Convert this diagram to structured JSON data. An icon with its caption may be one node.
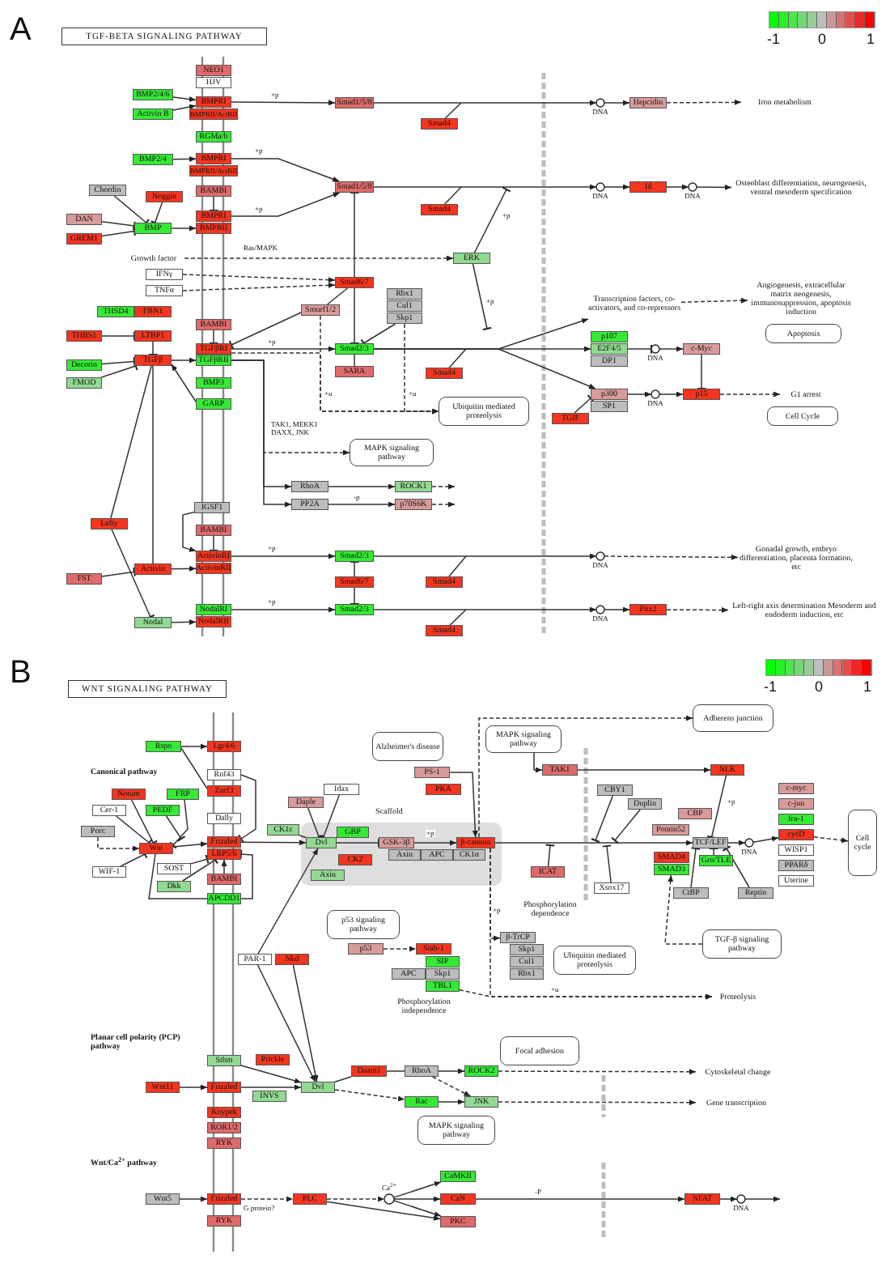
{
  "diagram": {
    "nodes": [
      {
        "text": [
          "TGF-BETA SIGNALING PATHWAY"
        ]
      },
      {
        "text": [
          "NEO1"
        ]
      },
      {
        "text": [
          "HJV"
        ]
      },
      {
        "text": [
          "BMP2/4/6"
        ]
      },
      {
        "text": [
          "Activin B"
        ]
      },
      {
        "text": [
          "BMPRI"
        ]
      },
      {
        "text": [
          "BMPRII/ActRII"
        ]
      },
      {
        "text": [
          "RGMa/b"
        ]
      },
      {
        "text": [
          "BMP2/4"
        ]
      },
      {
        "text": [
          "BMPRI"
        ]
      },
      {
        "text": [
          "BMPRII/ActRII"
        ]
      },
      {
        "text": [
          "BAMBI"
        ]
      },
      {
        "text": [
          "Chordin"
        ]
      },
      {
        "text": [
          "Noggin"
        ]
      },
      {
        "text": [
          "DAN"
        ]
      },
      {
        "text": [
          "BMP"
        ]
      },
      {
        "text": [
          "BMPRI"
        ]
      },
      {
        "text": [
          "BMPRII"
        ]
      },
      {
        "text": [
          "GREM1"
        ]
      },
      {
        "text": [
          "Growth factor"
        ]
      },
      {
        "text": [
          "IFNγ"
        ]
      },
      {
        "text": [
          "TNFα"
        ]
      },
      {
        "text": [
          "THSD4"
        ]
      },
      {
        "text": [
          "FBN1"
        ]
      },
      {
        "text": [
          "BAMBI"
        ]
      },
      {
        "text": [
          "THBS1"
        ]
      },
      {
        "text": [
          "LTBP1"
        ]
      },
      {
        "text": [
          "TGFβRI"
        ]
      },
      {
        "text": [
          "Decorin"
        ]
      },
      {
        "text": [
          "TGFβ"
        ]
      },
      {
        "text": [
          "TGFβRII"
        ]
      },
      {
        "text": [
          "FMOD"
        ]
      },
      {
        "text": [
          "BMP3"
        ]
      },
      {
        "text": [
          "GARP"
        ]
      },
      {
        "text": [
          "IGSF1"
        ]
      },
      {
        "text": [
          "Lefty"
        ]
      },
      {
        "text": [
          "BAMBI"
        ]
      },
      {
        "text": [
          "ActivinRI"
        ]
      },
      {
        "text": [
          "Activin"
        ]
      },
      {
        "text": [
          "ActivinRII"
        ]
      },
      {
        "text": [
          "FST"
        ]
      },
      {
        "text": [
          "NodalRI"
        ]
      },
      {
        "text": [
          "Nodal"
        ]
      },
      {
        "text": [
          "NodalRII"
        ]
      },
      {
        "text": [
          "Smad1/5/8"
        ]
      },
      {
        "text": [
          "Smad4"
        ]
      },
      {
        "text": [
          "Smad1/5/8"
        ]
      },
      {
        "text": [
          "Smad4"
        ]
      },
      {
        "text": [
          "ERK"
        ]
      },
      {
        "text": [
          "Smad6/7"
        ]
      },
      {
        "text": [
          "Rbx1"
        ]
      },
      {
        "text": [
          "Cul1"
        ]
      },
      {
        "text": [
          "Smurf1/2"
        ]
      },
      {
        "text": [
          "Skp1"
        ]
      },
      {
        "text": [
          "Smad2/3"
        ]
      },
      {
        "text": [
          "SARA"
        ]
      },
      {
        "text": [
          "Smad4"
        ]
      },
      {
        "text": [
          "Ubiquitin mediated proteolysis"
        ]
      },
      {
        "text": [
          "MAPK signaling pathway"
        ]
      },
      {
        "text": [
          "RhoA"
        ]
      },
      {
        "text": [
          "ROCK1"
        ]
      },
      {
        "text": [
          "PP2A"
        ]
      },
      {
        "text": [
          "p70S6K"
        ]
      },
      {
        "text": [
          "Smad2/3"
        ]
      },
      {
        "text": [
          "Smad6/7"
        ]
      },
      {
        "text": [
          "Smad4"
        ]
      },
      {
        "text": [
          "Smad2/3"
        ]
      },
      {
        "text": [
          "Smad4"
        ]
      },
      {
        "text": [
          "DNA"
        ]
      },
      {
        "text": [
          "Hepcidin"
        ]
      },
      {
        "text": [
          "Iron metabolism"
        ]
      },
      {
        "text": [
          "DNA"
        ]
      },
      {
        "text": [
          "Id"
        ]
      },
      {
        "text": [
          "DNA"
        ]
      },
      {
        "text": [
          "Osteoblast differentiation, neurogenesis, ventral mesoderm specification"
        ]
      },
      {
        "text": [
          "Transcription factors, co-activators, and co-repressors"
        ]
      },
      {
        "text": [
          "Angiogenesis, extracellular matrix neogenesis, immunosuppression, apoptosis induction"
        ]
      },
      {
        "text": [
          "Apoptosis"
        ]
      },
      {
        "text": [
          "p107"
        ]
      },
      {
        "text": [
          "E2F4/5"
        ]
      },
      {
        "text": [
          "DP1"
        ]
      },
      {
        "text": [
          "DNA"
        ]
      },
      {
        "text": [
          "c-Myc"
        ]
      },
      {
        "text": [
          "p300"
        ]
      },
      {
        "text": [
          "SP1"
        ]
      },
      {
        "text": [
          "DNA"
        ]
      },
      {
        "text": [
          "p15"
        ]
      },
      {
        "text": [
          "G1 arrest"
        ]
      },
      {
        "text": [
          "Cell Cycle"
        ]
      },
      {
        "text": [
          "TGIF"
        ]
      },
      {
        "text": [
          "DNA"
        ]
      },
      {
        "text": [
          "Gonadal growth, embryo differentiation, placenta formation, etc"
        ]
      },
      {
        "text": [
          "DNA"
        ]
      },
      {
        "text": [
          "Pitx2"
        ]
      },
      {
        "text": [
          "Left-right axis determination Mesoderm and endoderm induction, etc"
        ]
      },
      {
        "text": [
          "WNT SIGNALING PATHWAY"
        ]
      },
      {
        "text": [
          "Rspo"
        ]
      },
      {
        "text": [
          "Lgr4/6"
        ]
      },
      {
        "text": [
          "Rnf43"
        ]
      },
      {
        "text": [
          "Notum"
        ]
      },
      {
        "text": [
          "FRP"
        ]
      },
      {
        "text": [
          "Znrf3"
        ]
      },
      {
        "text": [
          "Cer-1"
        ]
      },
      {
        "text": [
          "PEDF"
        ]
      },
      {
        "text": [
          "Dally"
        ]
      },
      {
        "text": [
          "Daple"
        ]
      },
      {
        "text": [
          "Porc"
        ]
      },
      {
        "text": [
          "CK1ε"
        ]
      },
      {
        "text": [
          "Frizzled"
        ]
      },
      {
        "text": [
          "Wnt"
        ]
      },
      {
        "text": [
          "LRP5/6"
        ]
      },
      {
        "text": [
          "WIF-1"
        ]
      },
      {
        "text": [
          "SOST"
        ]
      },
      {
        "text": [
          "Dkk"
        ]
      },
      {
        "text": [
          "BAMBI"
        ]
      },
      {
        "text": [
          "APCDD1"
        ]
      },
      {
        "text": [
          "Scaffold"
        ]
      },
      {
        "text": [
          "Dvl"
        ],
        "in": 116
      },
      {
        "text": [
          "GBP"
        ],
        "in": 116
      },
      {
        "text": [
          "GSK-3β"
        ],
        "in": 116
      },
      {
        "text": [
          "β-catenin"
        ],
        "in": 116
      },
      {
        "text": [
          "CK2"
        ],
        "in": 116
      },
      {
        "text": [
          "Axin"
        ],
        "in": 116
      },
      {
        "text": [
          "APC"
        ],
        "in": 116
      },
      {
        "text": [
          "CK1α"
        ],
        "in": 116
      },
      {
        "text": [
          "Axin"
        ],
        "in": 116
      },
      {
        "text": [
          "Idax"
        ]
      },
      {
        "text": [
          "Alzheimer's disease"
        ]
      },
      {
        "text": [
          "PS-1"
        ]
      },
      {
        "text": [
          "PKA"
        ]
      },
      {
        "text": [
          "MAPK signaling pathway"
        ]
      },
      {
        "text": [
          "TAK1"
        ]
      },
      {
        "text": [
          "NLK"
        ]
      },
      {
        "text": [
          "Adherens junction"
        ]
      },
      {
        "text": [
          "ICAT"
        ]
      },
      {
        "text": [
          "CBY1"
        ]
      },
      {
        "text": [
          "Duplin"
        ]
      },
      {
        "text": [
          "CBP"
        ]
      },
      {
        "text": [
          "Pontin52"
        ]
      },
      {
        "text": [
          "TCF/LEF"
        ]
      },
      {
        "text": [
          "DNA"
        ]
      },
      {
        "text": [
          "c-myc"
        ]
      },
      {
        "text": [
          "c-jun"
        ]
      },
      {
        "text": [
          "fra-1"
        ]
      },
      {
        "text": [
          "cycD"
        ]
      },
      {
        "text": [
          "WISP1"
        ]
      },
      {
        "text": [
          "PPARδ"
        ]
      },
      {
        "text": [
          "Uterine"
        ]
      },
      {
        "text": [
          "Cell cycle"
        ]
      },
      {
        "text": [
          "SMAD4"
        ]
      },
      {
        "text": [
          "SMAD3"
        ]
      },
      {
        "text": [
          "Gro/TLE"
        ]
      },
      {
        "text": [
          "Xsox17"
        ]
      },
      {
        "text": [
          "CtBP"
        ]
      },
      {
        "text": [
          "Reptin"
        ]
      },
      {
        "text": [
          "TGF-β signaling pathway"
        ]
      },
      {
        "text": [
          "p53 signaling pathway"
        ]
      },
      {
        "text": [
          "p53"
        ]
      },
      {
        "text": [
          "Siah-1"
        ]
      },
      {
        "text": [
          "SIP"
        ]
      },
      {
        "text": [
          "APC"
        ]
      },
      {
        "text": [
          "Skp1"
        ]
      },
      {
        "text": [
          "TBL1"
        ]
      },
      {
        "text": [
          "β-TrCP"
        ]
      },
      {
        "text": [
          "Skp1"
        ]
      },
      {
        "text": [
          "Cul1"
        ]
      },
      {
        "text": [
          "Rbx1"
        ]
      },
      {
        "text": [
          "Ubiquitin mediated proteolysis"
        ]
      },
      {
        "text": [
          "Proteolysis"
        ]
      },
      {
        "text": [
          "PAR-1"
        ]
      },
      {
        "text": [
          "Nkd"
        ]
      },
      {
        "text": [
          "Stbm"
        ]
      },
      {
        "text": [
          "Prickle"
        ]
      },
      {
        "text": [
          "Wnt11"
        ]
      },
      {
        "text": [
          "Frizzled"
        ]
      },
      {
        "text": [
          "INVS"
        ]
      },
      {
        "text": [
          "Dvl"
        ]
      },
      {
        "text": [
          "Knypek"
        ]
      },
      {
        "text": [
          "ROR1/2"
        ]
      },
      {
        "text": [
          "RYK"
        ]
      },
      {
        "text": [
          "Daam1"
        ]
      },
      {
        "text": [
          "RhoA"
        ]
      },
      {
        "text": [
          "ROCK2"
        ]
      },
      {
        "text": [
          "Rac"
        ]
      },
      {
        "text": [
          "JNK"
        ]
      },
      {
        "text": [
          "Focal adhesion"
        ]
      },
      {
        "text": [
          "MAPK signaling pathway"
        ]
      },
      {
        "text": [
          "Cytoskeletal change"
        ]
      },
      {
        "text": [
          "Gene transcription"
        ]
      },
      {
        "text": [
          "Wnt5"
        ]
      },
      {
        "text": [
          "Frizzled"
        ]
      },
      {
        "text": [
          "RYK"
        ]
      },
      {
        "text": [
          "PLC"
        ]
      },
      {
        "text": [
          "Ca$^{2+}$"
        ]
      },
      {
        "text": [
          "CaMKII"
        ]
      },
      {
        "text": [
          "CaN"
        ]
      },
      {
        "text": [
          "PKC"
        ]
      },
      {
        "text": [
          "NFAT"
        ]
      },
      {
        "text": [
          "DNA"
        ]
      }
    ],
    "edges": [
      {
        "from": 3,
        "to": 5,
        "arrow": "to"
      },
      {
        "from": 4,
        "to": 5,
        "arrow": "to"
      },
      {
        "from": 5,
        "to": 44,
        "arrow": "to",
        "label": "+p"
      },
      {
        "from": 44,
        "to": 68,
        "arrow": "to"
      },
      {
        "from": 45,
        "to": null,
        "arrow": "none"
      },
      {
        "from": 68,
        "to": 69,
        "arrow": "to"
      },
      {
        "from": 69,
        "to": 70,
        "arrow": "to",
        "style": "dashed"
      },
      {
        "from": 8,
        "to": 9,
        "arrow": "to"
      },
      {
        "from": 9,
        "to": 46,
        "arrow": "to",
        "label": "+p"
      },
      {
        "from": 16,
        "to": 46,
        "arrow": "to",
        "label": "+p"
      },
      {
        "from": 46,
        "to": 71,
        "arrow": "to"
      },
      {
        "from": 47,
        "to": null,
        "arrow": "none"
      },
      {
        "from": 71,
        "to": 72,
        "arrow": "to"
      },
      {
        "from": 72,
        "to": 73,
        "arrow": "to"
      },
      {
        "from": 73,
        "to": 74,
        "arrow": "to"
      },
      {
        "from": 12,
        "to": 15,
        "arrow": "other"
      },
      {
        "from": 13,
        "to": 15,
        "arrow": "other"
      },
      {
        "from": 14,
        "to": 15,
        "arrow": "other"
      },
      {
        "from": 18,
        "to": 15,
        "arrow": "other"
      },
      {
        "from": 15,
        "to": 17,
        "arrow": "to"
      },
      {
        "from": 11,
        "to": 16,
        "arrow": "other"
      },
      {
        "from": 19,
        "to": 48,
        "arrow": "to",
        "style": "dashed",
        "label": "Ras/MAPK"
      },
      {
        "from": 48,
        "to": null,
        "arrow": "other",
        "label": "+p"
      },
      {
        "from": 48,
        "to": null,
        "arrow": "other",
        "label": "+p"
      },
      {
        "from": 20,
        "to": 49,
        "arrow": "to",
        "style": "dashed"
      },
      {
        "from": 21,
        "to": 49,
        "arrow": "to",
        "style": "dashed"
      },
      {
        "from": 49,
        "to": 46,
        "arrow": "other"
      },
      {
        "from": 49,
        "to": 54,
        "arrow": "other"
      },
      {
        "from": 52,
        "to": 49,
        "arrow": "none"
      },
      {
        "from": 52,
        "to": 27,
        "arrow": "other"
      },
      {
        "from": 53,
        "to": 54,
        "arrow": "other"
      },
      {
        "from": 52,
        "to": 57,
        "arrow": "to",
        "style": "dashed",
        "label": "+u"
      },
      {
        "from": 27,
        "to": 57,
        "arrow": "to",
        "style": "dashed"
      },
      {
        "from": 53,
        "to": 57,
        "arrow": "to",
        "style": "dashed",
        "label": "+u"
      },
      {
        "from": 55,
        "to": 54,
        "arrow": "none"
      },
      {
        "from": 25,
        "to": 26,
        "arrow": "other"
      },
      {
        "from": 26,
        "to": 29,
        "arrow": "other"
      },
      {
        "from": 28,
        "to": 29,
        "arrow": "other"
      },
      {
        "from": 31,
        "to": 29,
        "arrow": "other"
      },
      {
        "from": 29,
        "to": 30,
        "arrow": "to"
      },
      {
        "from": 33,
        "to": 29,
        "arrow": "to"
      },
      {
        "from": 24,
        "to": 27,
        "arrow": "other"
      },
      {
        "from": 27,
        "to": 54,
        "arrow": "to",
        "label": "+p"
      },
      {
        "from": 56,
        "to": null,
        "arrow": "none"
      },
      {
        "from": 54,
        "to": 75,
        "arrow": "to"
      },
      {
        "from": 54,
        "to": 79,
        "arrow": "to"
      },
      {
        "from": 54,
        "to": 83,
        "arrow": "to"
      },
      {
        "from": 75,
        "to": 76,
        "arrow": "to",
        "style": "dashed"
      },
      {
        "from": 79,
        "to": 81,
        "arrow": "other"
      },
      {
        "from": 81,
        "to": 82,
        "arrow": "to"
      },
      {
        "from": 82,
        "to": 86,
        "arrow": "other"
      },
      {
        "from": 83,
        "to": 85,
        "arrow": "to"
      },
      {
        "from": 85,
        "to": 86,
        "arrow": "to"
      },
      {
        "from": 86,
        "to": 87,
        "arrow": "to",
        "style": "dashed"
      },
      {
        "from": 89,
        "to": 83,
        "arrow": "other"
      },
      {
        "from": 30,
        "to": 59,
        "arrow": "to"
      },
      {
        "from": 30,
        "to": 61,
        "arrow": "to"
      },
      {
        "from": 30,
        "to": 58,
        "arrow": "to",
        "style": "dashed",
        "label": "TAK1, MEKK1 DAXX, JNK"
      },
      {
        "from": 59,
        "to": 60,
        "arrow": "to"
      },
      {
        "from": 60,
        "to": null,
        "arrow": "to",
        "style": "dashed"
      },
      {
        "from": 61,
        "to": 62,
        "arrow": "to",
        "label": "-p"
      },
      {
        "from": 62,
        "to": null,
        "arrow": "to",
        "style": "dashed"
      },
      {
        "from": 37,
        "to": 63,
        "arrow": "to",
        "label": "+p"
      },
      {
        "from": 63,
        "to": 90,
        "arrow": "to"
      },
      {
        "from": 65,
        "to": null,
        "arrow": "none"
      },
      {
        "from": 90,
        "to": 91,
        "arrow": "to",
        "style": "dashed"
      },
      {
        "from": 64,
        "to": 63,
        "arrow": "other"
      },
      {
        "from": 64,
        "to": 66,
        "arrow": "other"
      },
      {
        "from": 41,
        "to": 66,
        "arrow": "to",
        "label": "+p"
      },
      {
        "from": 66,
        "to": 92,
        "arrow": "to"
      },
      {
        "from": 92,
        "to": 93,
        "arrow": "to"
      },
      {
        "from": 93,
        "to": 94,
        "arrow": "to",
        "style": "dashed"
      },
      {
        "from": 67,
        "to": null,
        "arrow": "none"
      },
      {
        "from": 38,
        "to": 39,
        "arrow": "to"
      },
      {
        "from": 40,
        "to": 38,
        "arrow": "other"
      },
      {
        "from": 34,
        "to": 37,
        "arrow": "to"
      },
      {
        "from": 36,
        "to": 37,
        "arrow": "other"
      },
      {
        "from": 42,
        "to": 43,
        "arrow": "to"
      },
      {
        "from": 35,
        "to": 42,
        "arrow": "other"
      },
      {
        "from": 35,
        "to": 29,
        "arrow": "none"
      },
      {
        "from": 29,
        "to": 38,
        "arrow": "none"
      },
      {
        "from": 96,
        "to": 97,
        "arrow": "to"
      },
      {
        "from": 96,
        "to": 101,
        "arrow": "none"
      },
      {
        "from": 98,
        "to": 108,
        "arrow": "other"
      },
      {
        "from": 106,
        "to": 109,
        "arrow": "to",
        "style": "dashed"
      },
      {
        "from": 99,
        "to": 109,
        "arrow": "other"
      },
      {
        "from": 102,
        "to": 109,
        "arrow": "other"
      },
      {
        "from": 100,
        "to": 109,
        "arrow": "other"
      },
      {
        "from": 103,
        "to": null,
        "arrow": "other"
      },
      {
        "from": 111,
        "to": 109,
        "arrow": "other"
      },
      {
        "from": 109,
        "to": 108,
        "arrow": "to"
      },
      {
        "from": 109,
        "to": 115,
        "arrow": "none"
      },
      {
        "from": 112,
        "to": 110,
        "arrow": "other"
      },
      {
        "from": 113,
        "to": 110,
        "arrow": "other"
      },
      {
        "from": 114,
        "to": 110,
        "arrow": "to"
      },
      {
        "from": 115,
        "to": 110,
        "arrow": "other"
      },
      {
        "from": 108,
        "to": 117,
        "arrow": "to"
      },
      {
        "from": 107,
        "to": 117,
        "arrow": "none"
      },
      {
        "from": 105,
        "to": 117,
        "arrow": "other"
      },
      {
        "from": 126,
        "to": 117,
        "arrow": "other"
      },
      {
        "from": 117,
        "to": 119,
        "arrow": "other"
      },
      {
        "from": 119,
        "to": 120,
        "arrow": "to",
        "label": "+p"
      },
      {
        "from": 128,
        "to": 120,
        "arrow": "to"
      },
      {
        "from": 120,
        "to": 139,
        "arrow": "to"
      },
      {
        "from": 139,
        "to": 140,
        "arrow": "to"
      },
      {
        "from": 140,
        "to": 144,
        "arrow": "to"
      },
      {
        "from": 144,
        "to": 148,
        "arrow": "to",
        "style": "dashed"
      },
      {
        "from": 120,
        "to": 133,
        "arrow": "to",
        "style": "dashed"
      },
      {
        "from": 120,
        "to": 163,
        "arrow": "to",
        "style": "dashed",
        "label": "+p"
      },
      {
        "from": 120,
        "to": 168,
        "arrow": "to",
        "style": "dashed",
        "label": "+u"
      },
      {
        "from": 162,
        "to": 168,
        "arrow": "to",
        "style": "dashed"
      },
      {
        "from": 130,
        "to": 131,
        "arrow": "to"
      },
      {
        "from": 131,
        "to": 132,
        "arrow": "to"
      },
      {
        "from": 132,
        "to": 139,
        "arrow": "other",
        "label": "+p"
      },
      {
        "from": 135,
        "to": null,
        "arrow": "other"
      },
      {
        "from": 136,
        "to": null,
        "arrow": "other"
      },
      {
        "from": 134,
        "to": null,
        "arrow": "other"
      },
      {
        "from": 152,
        "to": null,
        "arrow": "other"
      },
      {
        "from": 153,
        "to": 139,
        "arrow": "other"
      },
      {
        "from": 151,
        "to": 139,
        "arrow": "other"
      },
      {
        "from": 154,
        "to": 139,
        "arrow": "other"
      },
      {
        "from": 155,
        "to": 150,
        "arrow": "to",
        "style": "dashed"
      },
      {
        "from": 157,
        "to": 158,
        "arrow": "to",
        "style": "dashed"
      },
      {
        "from": 169,
        "to": 117,
        "arrow": "to"
      },
      {
        "from": 169,
        "to": 176,
        "arrow": "to"
      },
      {
        "from": 170,
        "to": 176,
        "arrow": "to"
      },
      {
        "from": 171,
        "to": 176,
        "arrow": "to"
      },
      {
        "from": 173,
        "to": 174,
        "arrow": "to"
      },
      {
        "from": 174,
        "to": 176,
        "arrow": "to"
      },
      {
        "from": 176,
        "to": 180,
        "arrow": "none"
      },
      {
        "from": 176,
        "to": 183,
        "arrow": "to",
        "style": "dashed"
      },
      {
        "from": 180,
        "to": 181,
        "arrow": "none"
      },
      {
        "from": 181,
        "to": 182,
        "arrow": "to"
      },
      {
        "from": 181,
        "to": 184,
        "arrow": "to",
        "style": "dashed"
      },
      {
        "from": 183,
        "to": 184,
        "arrow": "to"
      },
      {
        "from": 182,
        "to": 187,
        "arrow": "to",
        "style": "dashed"
      },
      {
        "from": 184,
        "to": 188,
        "arrow": "to",
        "style": "dashed"
      },
      {
        "from": 189,
        "to": 190,
        "arrow": "to"
      },
      {
        "from": 190,
        "to": 192,
        "arrow": "to",
        "style": "dashed",
        "label": "G protein?"
      },
      {
        "from": 192,
        "to": 193,
        "arrow": "to",
        "style": "dashed"
      },
      {
        "from": 192,
        "to": 196,
        "arrow": "to"
      },
      {
        "from": 193,
        "to": 194,
        "arrow": "to"
      },
      {
        "from": 193,
        "to": 195,
        "arrow": "to"
      },
      {
        "from": 193,
        "to": 196,
        "arrow": "to"
      },
      {
        "from": 195,
        "to": 197,
        "arrow": "to",
        "label": "-P"
      },
      {
        "from": 197,
        "to": 198,
        "arrow": "to"
      },
      {
        "from": 198,
        "to": null,
        "arrow": "to"
      }
    ],
    "labels": [
      "A",
      "B",
      "Canonical pathway",
      "Phosphorylation dependence",
      "Phosphorylation independence",
      "Planar cell polarity (PCP) pathway",
      "Wnt/Ca$^{2+}$ pathway"
    ],
    "legend": [
      {
        "text": "-1",
        "color": "#00ff00"
      },
      {
        "text": "0",
        "color": "#bebebe"
      },
      {
        "text": "1",
        "color": "#ff0000"
      },
      {
        "text": "-1",
        "color": "#00ff00"
      },
      {
        "text": "0",
        "color": "#bebebe"
      },
      {
        "text": "1",
        "color": "#ff0000"
      }
    ]
  }
}
